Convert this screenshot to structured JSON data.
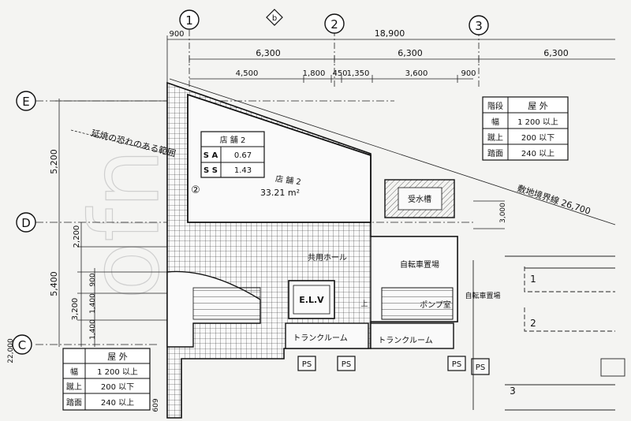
{
  "grid_axes": {
    "cols": [
      "1",
      "2",
      "3"
    ],
    "rows": [
      "E",
      "D",
      "C"
    ],
    "sub": "b"
  },
  "dimensions": {
    "top_left": "900",
    "total": "18,900",
    "spans": [
      "6,300",
      "6,300",
      "6,300"
    ],
    "sub_spans": [
      "4,500",
      "1,800",
      "450",
      "1,350",
      "3,600",
      "900"
    ],
    "vertical": [
      "5,200",
      "2,200",
      "5,400",
      "900",
      "1,400",
      "3,200",
      "1,400"
    ],
    "side_small": "3,000",
    "left_bottom": "22,000",
    "bottom_edge": "609"
  },
  "annotations": {
    "fire_line": "延焼の恐れのある範囲",
    "site_boundary": "敷地境界線 26,700",
    "shop_label": "店 舗 2",
    "shop_area": "33.21 m²",
    "shop_number": "②"
  },
  "shop_table": {
    "title": "店 舗 2",
    "rows": [
      {
        "k": "S A",
        "v": "0.67"
      },
      {
        "k": "S S",
        "v": "1.43"
      }
    ]
  },
  "rooms": {
    "void": "受水槽",
    "common": "共用ホール",
    "bike": "自転車置場",
    "bike2": "自転車置場",
    "elv": "E.L.V",
    "pump": "ポンプ室",
    "trunk1": "トランクルーム",
    "trunk2": "トランクルーム",
    "ps": [
      "PS",
      "PS",
      "PS",
      "PS"
    ],
    "up": "上"
  },
  "right_table": {
    "header": [
      "階段",
      "屋 外"
    ],
    "rows": [
      [
        "幅",
        "1 200 以上"
      ],
      [
        "蹴上",
        "200 以下"
      ],
      [
        "踏面",
        "240 以上"
      ]
    ]
  },
  "left_table": {
    "header": [
      "",
      "屋 外"
    ],
    "rows": [
      [
        "幅",
        "1 200 以上"
      ],
      [
        "蹴上",
        "200 以下"
      ],
      [
        "踏面",
        "240 以上"
      ]
    ]
  },
  "parking": [
    "1",
    "2",
    "3"
  ]
}
